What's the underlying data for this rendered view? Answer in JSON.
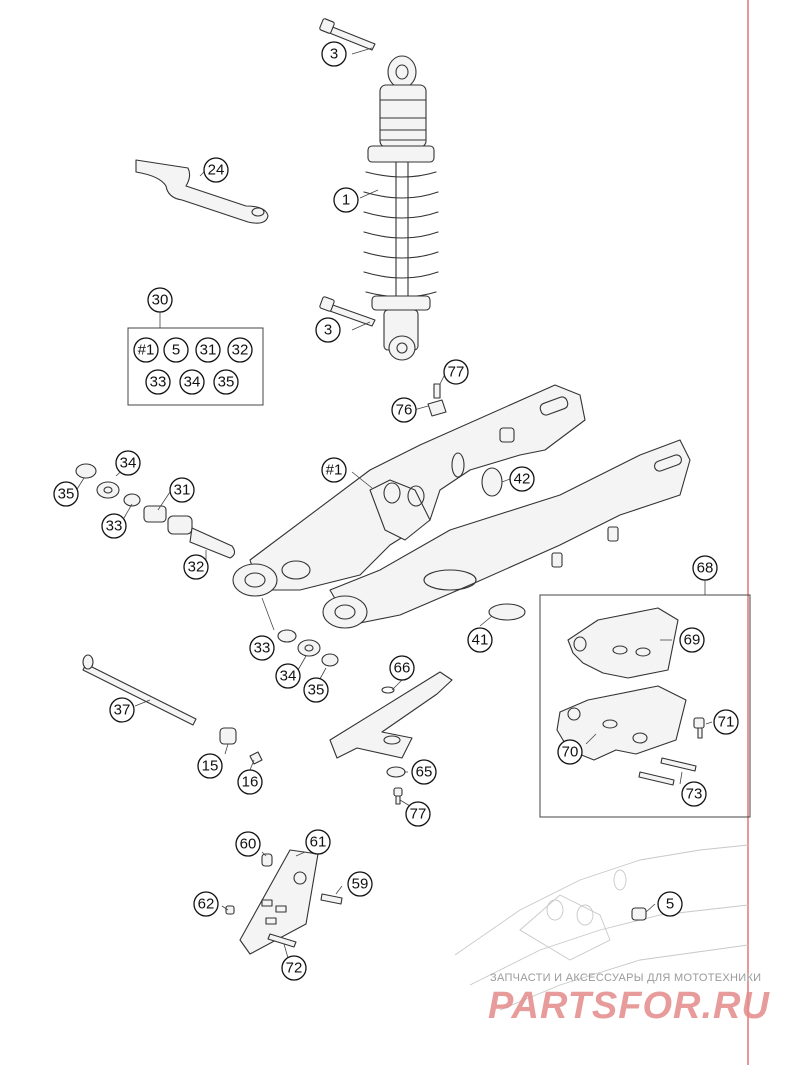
{
  "diagram": {
    "callouts": [
      {
        "id": "c3a",
        "label": "3"
      },
      {
        "id": "c24",
        "label": "24"
      },
      {
        "id": "c1",
        "label": "1"
      },
      {
        "id": "c30",
        "label": "30"
      },
      {
        "id": "c3b",
        "label": "3"
      },
      {
        "id": "c77a",
        "label": "77"
      },
      {
        "id": "c76",
        "label": "76"
      },
      {
        "id": "c34a",
        "label": "34"
      },
      {
        "id": "c35a",
        "label": "35"
      },
      {
        "id": "c31",
        "label": "31"
      },
      {
        "id": "c33a",
        "label": "33"
      },
      {
        "id": "c32",
        "label": "32"
      },
      {
        "id": "c1h",
        "label": "#1"
      },
      {
        "id": "c42",
        "label": "42"
      },
      {
        "id": "c68",
        "label": "68"
      },
      {
        "id": "c69",
        "label": "69"
      },
      {
        "id": "c41",
        "label": "41"
      },
      {
        "id": "c33b",
        "label": "33"
      },
      {
        "id": "c34b",
        "label": "34"
      },
      {
        "id": "c35b",
        "label": "35"
      },
      {
        "id": "c66",
        "label": "66"
      },
      {
        "id": "c37",
        "label": "37"
      },
      {
        "id": "c70",
        "label": "70"
      },
      {
        "id": "c71",
        "label": "71"
      },
      {
        "id": "c73",
        "label": "73"
      },
      {
        "id": "c65",
        "label": "65"
      },
      {
        "id": "c15",
        "label": "15"
      },
      {
        "id": "c16",
        "label": "16"
      },
      {
        "id": "c77b",
        "label": "77"
      },
      {
        "id": "c60",
        "label": "60"
      },
      {
        "id": "c61",
        "label": "61"
      },
      {
        "id": "c59",
        "label": "59"
      },
      {
        "id": "c62",
        "label": "62"
      },
      {
        "id": "c5b",
        "label": "5"
      },
      {
        "id": "c72",
        "label": "72"
      }
    ],
    "kit_30": [
      {
        "id": "k1",
        "label": "#1"
      },
      {
        "id": "k5",
        "label": "5"
      },
      {
        "id": "k31",
        "label": "31"
      },
      {
        "id": "k32",
        "label": "32"
      },
      {
        "id": "k33",
        "label": "33"
      },
      {
        "id": "k34",
        "label": "34"
      },
      {
        "id": "k35",
        "label": "35"
      }
    ]
  },
  "watermark": {
    "caption": "ЗАПЧАСТИ И АКСЕССУАРЫ ДЛЯ МОТОТЕХНИКИ",
    "logo": "PARTSFOR.RU"
  },
  "colors": {
    "line": "#333333",
    "accent_red": "#d9534f",
    "watermark_red": "#e58a8a"
  }
}
